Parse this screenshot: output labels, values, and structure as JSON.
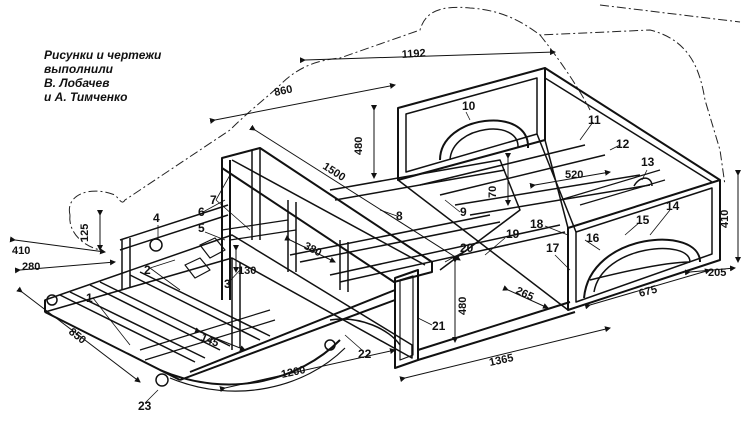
{
  "credits": {
    "lines": [
      "Рисунки и чертежи",
      "выполнили",
      "В. Лобачев",
      "и А. Тимченко"
    ]
  },
  "dimensions": {
    "d1192": "1192",
    "d860": "860",
    "d480_top": "480",
    "d1500": "1500",
    "d520": "520",
    "d70": "70",
    "d410_right": "410",
    "d205": "205",
    "d675": "675",
    "d265": "265",
    "d480_mid": "480",
    "d1365": "1365",
    "d1200": "1200",
    "d850": "850",
    "d145": "145",
    "d380": "380",
    "d130": "130",
    "d125": "125",
    "d410_left": "410",
    "d280": "280"
  },
  "callouts": {
    "c1": "1",
    "c2": "2",
    "c3": "3",
    "c4": "4",
    "c5": "5",
    "c6": "6",
    "c7": "7",
    "c8": "8",
    "c9": "9",
    "c10": "10",
    "c11": "11",
    "c12": "12",
    "c13": "13",
    "c14": "14",
    "c15": "15",
    "c16": "16",
    "c17": "17",
    "c18": "18",
    "c19": "19",
    "c20": "20",
    "c21": "21",
    "c22": "22",
    "c23": "23"
  }
}
